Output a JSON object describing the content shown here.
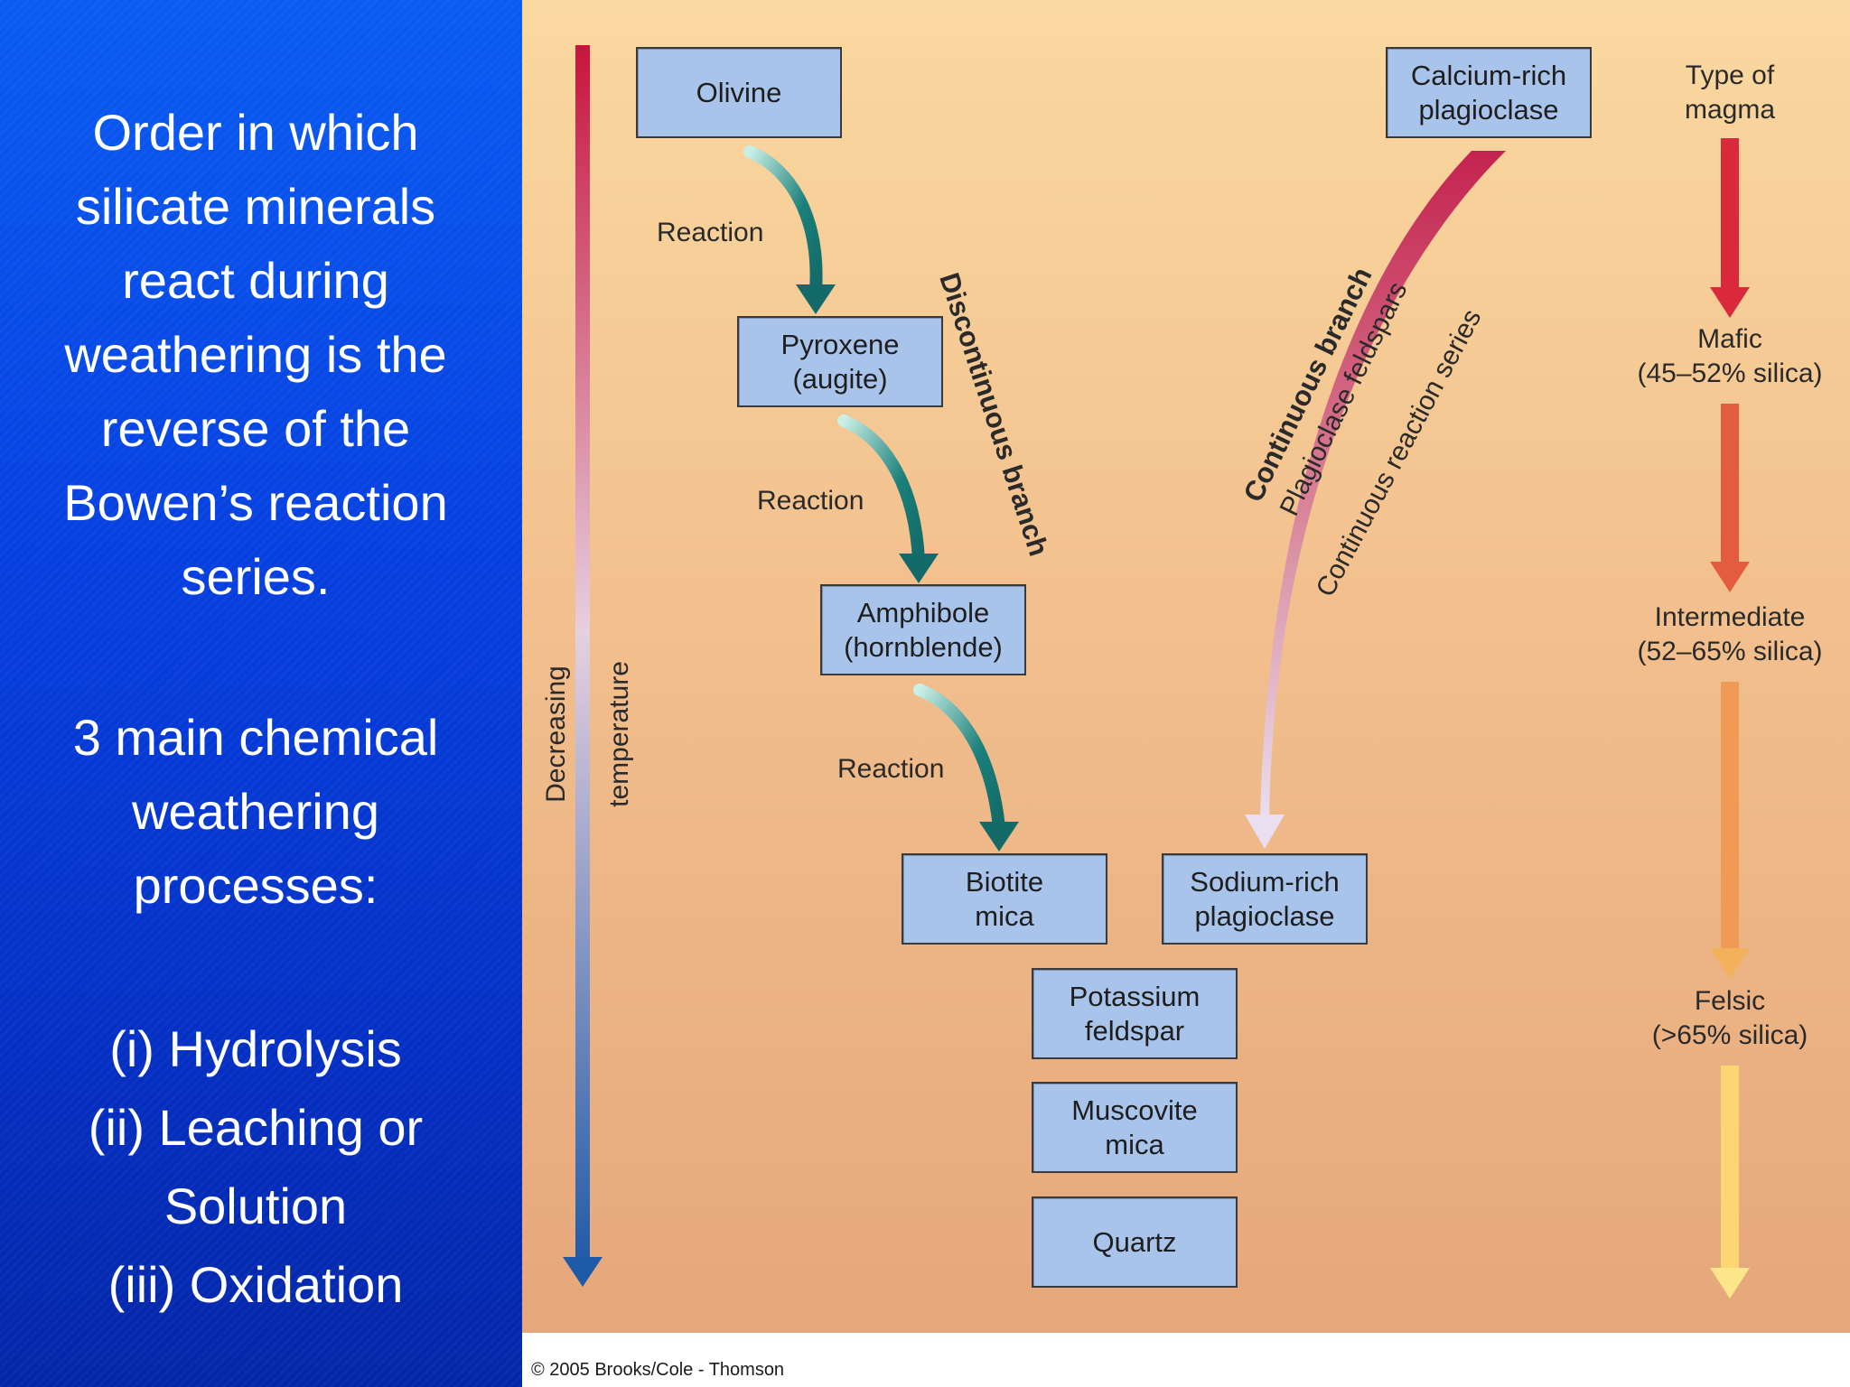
{
  "left_panel": {
    "intro_lines": [
      "Order in which",
      "silicate minerals",
      "react during",
      "weathering is the",
      "reverse of the",
      "Bowen’s reaction",
      "series."
    ],
    "heading_lines": [
      "3 main chemical",
      "weathering",
      "processes:"
    ],
    "process_lines": [
      "(i) Hydrolysis",
      "(ii) Leaching or",
      "Solution",
      "(iii) Oxidation"
    ]
  },
  "diagram": {
    "temperature_axis": {
      "word1": "Decreasing",
      "word2": "temperature"
    },
    "minerals": {
      "olivine": "Olivine",
      "pyroxene": "Pyroxene\n(augite)",
      "amphibole": "Amphibole\n(hornblende)",
      "biotite": "Biotite\nmica",
      "calcium_plagioclase": "Calcium-rich\nplagioclase",
      "sodium_plagioclase": "Sodium-rich\nplagioclase",
      "potassium_feldspar": "Potassium\nfeldspar",
      "muscovite": "Muscovite\nmica",
      "quartz": "Quartz"
    },
    "reaction_label": "Reaction",
    "discontinuous_label": "Discontinuous branch",
    "continuous_labels": {
      "branch": "Continuous branch",
      "feldspars": "Plagioclase feldspars",
      "series": "Continuous reaction series"
    },
    "magma": {
      "title": "Type of\nmagma",
      "mafic": "Mafic\n(45–52% silica)",
      "intermediate": "Intermediate\n(52–65% silica)",
      "felsic": "Felsic\n(>65% silica)"
    },
    "copyright": "© 2005 Brooks/Cole - Thomson"
  },
  "colors": {
    "panel_blue": "#0740e0",
    "box_fill": "#a9c4ea",
    "reaction_arrow": "#1a7f7a",
    "continuous_arrow": "#c4234f"
  }
}
